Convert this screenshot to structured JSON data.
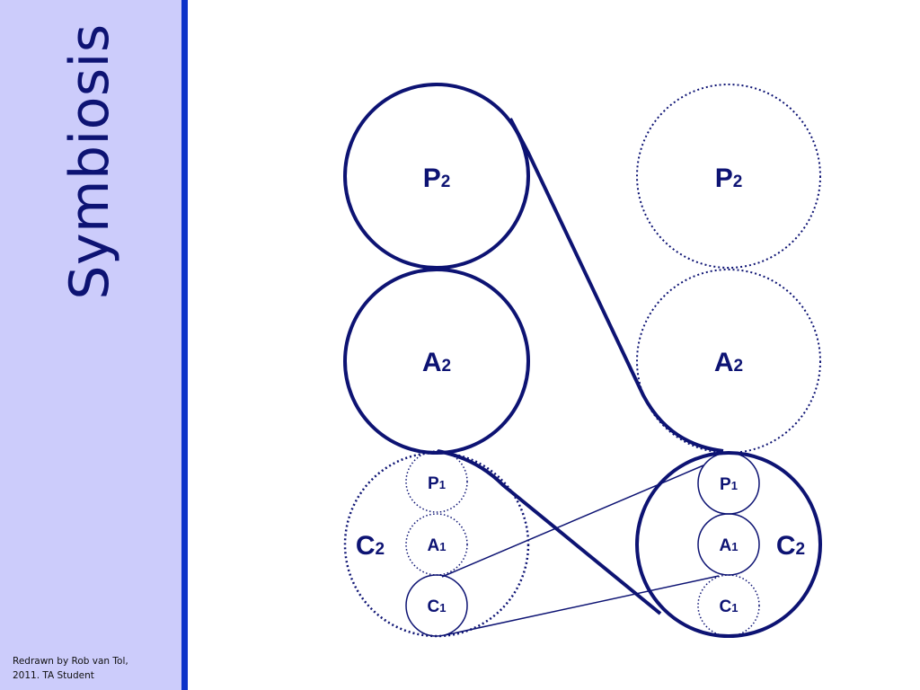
{
  "slide": {
    "title": "Symbiosis",
    "credit_line1": "Redrawn by Rob van Tol,",
    "credit_line2": "2011. TA Student"
  },
  "colors": {
    "ink": "#0d1373",
    "sidebar": "#ccccfb",
    "stripe": "#0d33c9"
  },
  "diagram": {
    "left": {
      "p2": {
        "main": "P",
        "sub": "2"
      },
      "a2": {
        "main": "A",
        "sub": "2"
      },
      "c2": {
        "main": "C",
        "sub": "2"
      },
      "p1": {
        "main": "P",
        "sub": "1"
      },
      "a1": {
        "main": "A",
        "sub": "1"
      },
      "c1": {
        "main": "C",
        "sub": "1"
      }
    },
    "right": {
      "p2": {
        "main": "P",
        "sub": "2"
      },
      "a2": {
        "main": "A",
        "sub": "2"
      },
      "c2": {
        "main": "C",
        "sub": "2"
      },
      "p1": {
        "main": "P",
        "sub": "1"
      },
      "a1": {
        "main": "A",
        "sub": "1"
      },
      "c1": {
        "main": "C",
        "sub": "1"
      }
    }
  }
}
